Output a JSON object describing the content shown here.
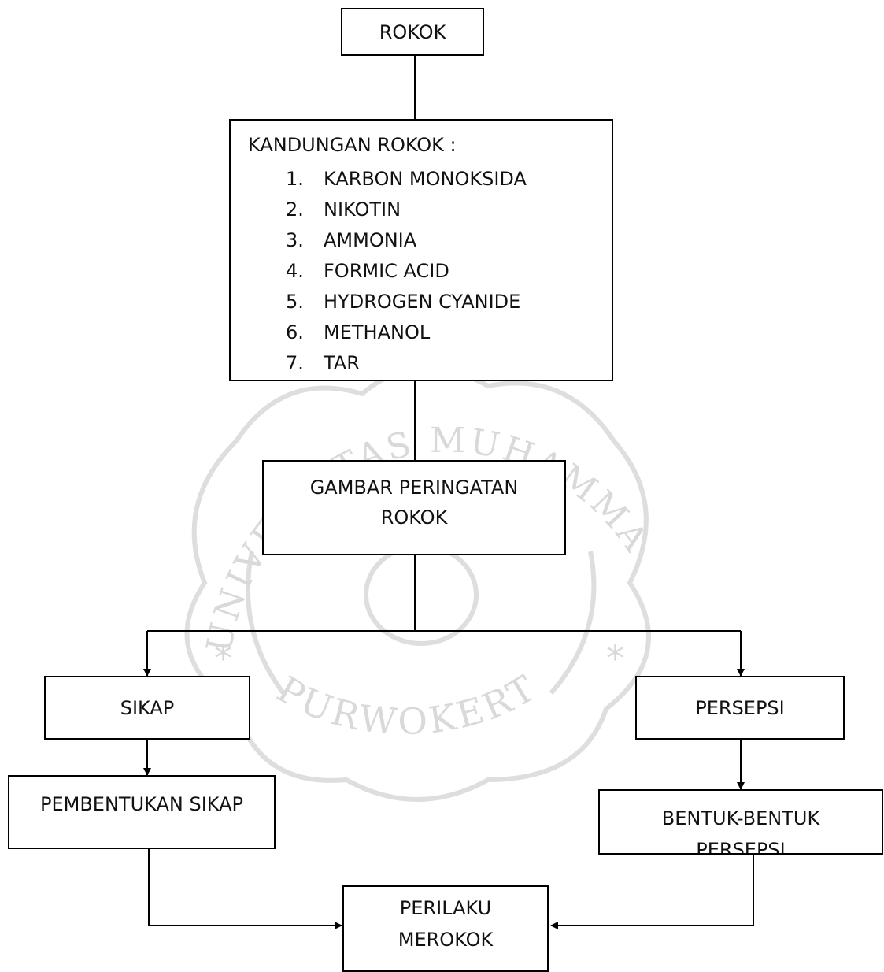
{
  "nodes": {
    "rokok": "ROKOK",
    "kandungan": {
      "title": "KANDUNGAN ROKOK :",
      "items": [
        {
          "num": "1.",
          "text": "KARBON MONOKSIDA"
        },
        {
          "num": "2.",
          "text": "NIKOTIN"
        },
        {
          "num": "3.",
          "text": "AMMONIA"
        },
        {
          "num": "4.",
          "text": "FORMIC ACID"
        },
        {
          "num": "5.",
          "text": "HYDROGEN CYANIDE"
        },
        {
          "num": "6.",
          "text": "METHANOL"
        },
        {
          "num": "7.",
          "text": "TAR"
        }
      ]
    },
    "gambar": {
      "line1": "GAMBAR PERINGATAN",
      "line2": "ROKOK"
    },
    "sikap": "SIKAP",
    "persepsi": "PERSEPSI",
    "pembentukan": "PEMBENTUKAN SIKAP",
    "bentuk": {
      "line1": "BENTUK-BENTUK",
      "line2": "PERSEPSI"
    },
    "perilaku": {
      "line1": "PERILAKU",
      "line2": "MEROKOK"
    }
  },
  "watermark": {
    "top_text": "UNIVERSITAS MUHAMMADIYAH",
    "bottom_text": "PURWOKERTO",
    "star": "*",
    "color": "#d9d9d9"
  }
}
